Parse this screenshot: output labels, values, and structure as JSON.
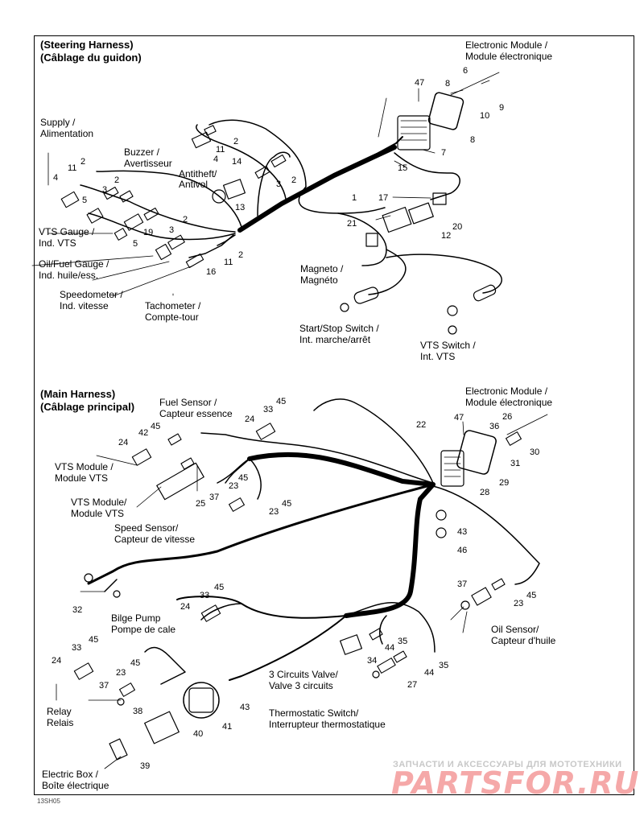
{
  "steering": {
    "title_en": "(Steering Harness)",
    "title_fr": "(Câblage du guidon)",
    "labels": {
      "electronic_module": [
        "Electronic Module /",
        "Module électronique"
      ],
      "supply": [
        "Supply /",
        "Alimentation"
      ],
      "buzzer": [
        "Buzzer /",
        "Avertisseur"
      ],
      "antitheft": [
        "Antitheft/",
        "Antivol"
      ],
      "vts_gauge": [
        "VTS Gauge /",
        "Ind. VTS"
      ],
      "fuel_gauge": [
        "Oil/Fuel Gauge /",
        "Ind. huile/ess."
      ],
      "speedometer": [
        "Speedometer /",
        "Ind. vitesse"
      ],
      "tachometer": [
        "Tachometer /",
        "Compte-tour"
      ],
      "magneto": [
        "Magneto /",
        "Magnéto"
      ],
      "start_stop": [
        "Start/Stop Switch /",
        "Int. marche/arrêt"
      ],
      "vts_switch": [
        "VTS Switch /",
        "Int. VTS"
      ]
    }
  },
  "main": {
    "title_en": "(Main Harness)",
    "title_fr": "(Câblage principal)",
    "labels": {
      "fuel_sensor": [
        "Fuel Sensor /",
        "Capteur essence"
      ],
      "electronic_module": [
        "Electronic Module /",
        "Module électronique"
      ],
      "vts_module_1": [
        "VTS Module /",
        "Module VTS"
      ],
      "vts_module_2": [
        "VTS Module/",
        "Module VTS"
      ],
      "speed_sensor": [
        "Speed Sensor/",
        "Capteur de vitesse"
      ],
      "bilge_pump": [
        "Bilge Pump",
        "Pompe de cale"
      ],
      "oil_sensor": [
        "Oil Sensor/",
        "Capteur d'huile"
      ],
      "valve": [
        "3 Circuits Valve/",
        "Valve 3 circuits"
      ],
      "thermostatic": [
        "Thermostatic Switch/",
        "Interrupteur thermostatique"
      ],
      "relay": [
        "Relay",
        "Relais"
      ],
      "electric_box": [
        "Electric Box /",
        "Boîte électrique"
      ]
    }
  },
  "callouts": {
    "c6": "6",
    "c8a": "8",
    "c47a": "47",
    "c9": "9",
    "c10": "10",
    "c8b": "8",
    "c7": "7",
    "c15": "15",
    "c1": "1",
    "c17": "17",
    "c21": "21",
    "c20": "20",
    "c12": "12",
    "c2a": "2",
    "c4a": "4",
    "c11a": "11",
    "c11b": "11",
    "c2b": "2",
    "c4b": "4",
    "c3a": "3",
    "c5a": "5",
    "c14": "14",
    "c2c": "2",
    "c3b": "3",
    "c13": "13",
    "c2d": "2",
    "c19": "19",
    "c3c": "3",
    "c5b": "5",
    "c11c": "11",
    "c2e": "2",
    "c16": "16",
    "c45a": "45",
    "c33a": "33",
    "c24a": "24",
    "c45b": "45",
    "c42": "42",
    "c24b": "24",
    "c22": "22",
    "c47b": "47",
    "c36": "36",
    "c26": "26",
    "c30": "30",
    "c31": "31",
    "c29": "29",
    "c28": "28",
    "c45c": "45",
    "c23a": "23",
    "c25": "25",
    "c37a": "37",
    "c23b": "23",
    "c45d": "45",
    "c43a": "43",
    "c46": "46",
    "c32": "32",
    "c45e": "45",
    "c33b": "33",
    "c24c": "24",
    "c37b": "37",
    "c45f": "45",
    "c23c": "23",
    "c45g": "45",
    "c33c": "33",
    "c24d": "24",
    "c45h": "45",
    "c23d": "23",
    "c37c": "37",
    "c35a": "35",
    "c44a": "44",
    "c34": "34",
    "c35b": "35",
    "c44b": "44",
    "c27": "27",
    "c38": "38",
    "c43b": "43",
    "c40": "40",
    "c41": "41",
    "c39": "39"
  },
  "watermark": {
    "line1": "ЗАПЧАСТИ И АКСЕССУАРЫ ДЛЯ МОТОТЕХНИКИ",
    "line2": "PARTSFOR.RU"
  },
  "figure_code": "13SH05"
}
